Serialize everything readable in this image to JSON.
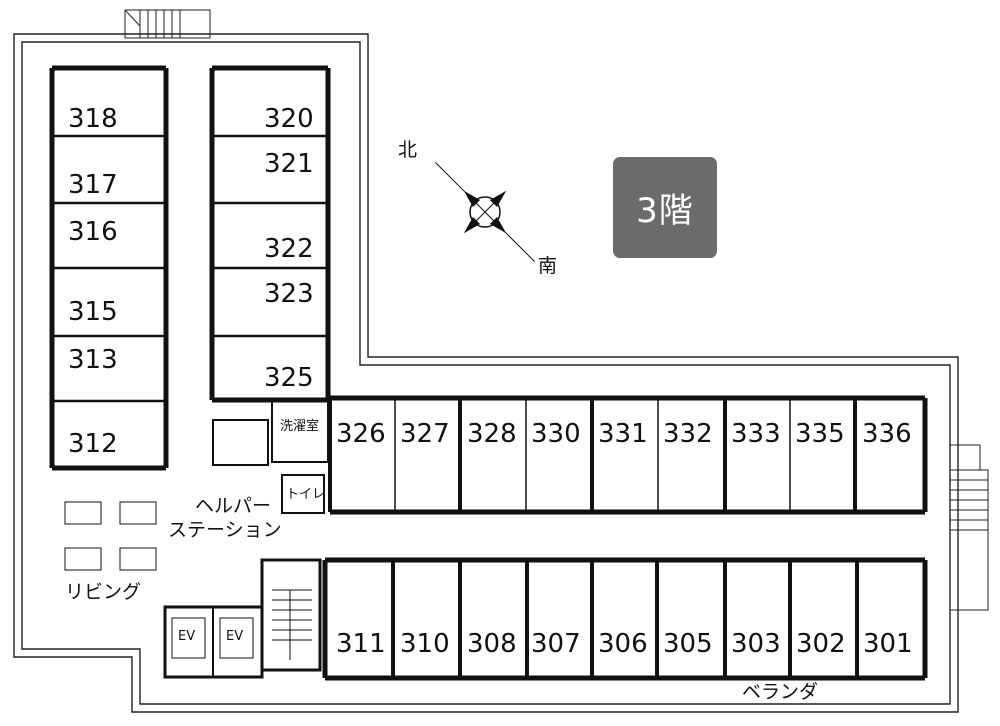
{
  "floor_badge": "3階",
  "compass": {
    "north": "北",
    "south": "南"
  },
  "labels": {
    "laundry": "洗濯室",
    "toilet": "トイレ",
    "helper_station_line1": "ヘルパー",
    "helper_station_line2": "ステーション",
    "living": "リビング",
    "veranda": "ベランダ",
    "ev1": "EV",
    "ev2": "EV"
  },
  "rooms": {
    "left_column": [
      "318",
      "317",
      "316",
      "315",
      "313",
      "312"
    ],
    "center_column": [
      "320",
      "321",
      "322",
      "323",
      "325"
    ],
    "top_row": [
      "326",
      "327",
      "328",
      "330",
      "331",
      "332",
      "333",
      "335",
      "336"
    ],
    "bottom_row": [
      "311",
      "310",
      "308",
      "307",
      "306",
      "305",
      "303",
      "302",
      "301"
    ]
  }
}
